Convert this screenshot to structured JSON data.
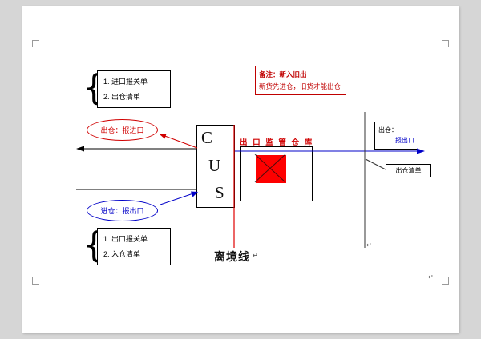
{
  "colors": {
    "red": "#d00000",
    "blue": "#0000c8",
    "black": "#000000",
    "square_fill": "#fe0000"
  },
  "top_list": {
    "items": [
      "1. 进口报关单",
      "2. 出仓清单"
    ]
  },
  "bottom_list": {
    "items": [
      "1. 出口报关单",
      "2. 入仓清单"
    ]
  },
  "note": {
    "line1": "备注：新入旧出",
    "line2": "新货先进仓，旧货才能出仓"
  },
  "red_ellipse": {
    "label": "出仓：报进口"
  },
  "blue_ellipse": {
    "label": "进仓：报出口"
  },
  "cus": {
    "letters": [
      "C",
      "U",
      "S"
    ]
  },
  "warehouse": {
    "title": "出 口 监 管 仓 库"
  },
  "right_box": {
    "line1": "出仓：",
    "line2": "报出口"
  },
  "list_box": {
    "label": "出仓清单"
  },
  "departure": {
    "label": "离境线"
  },
  "glyphs": {
    "brace": "{",
    "pilcrow": "↵"
  }
}
